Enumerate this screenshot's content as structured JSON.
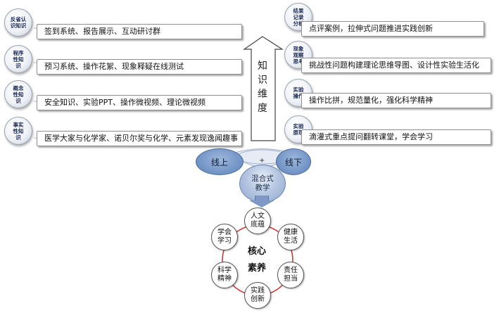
{
  "left_items": [
    {
      "badge": "反省认\n识知识",
      "text": "签到系统、报告展示、互动研讨群"
    },
    {
      "badge": "程序\n性知\n识",
      "text": "预习系统、操作花絮、现象释疑在线测试"
    },
    {
      "badge": "概念\n性知\n识",
      "text": "安全知识、实验PPT、操作微视频、理论微视频"
    },
    {
      "badge": "事实\n性知\n识",
      "text": "医学大家与化学家、诺贝尔奖与化学、元素发现逸闻趣事"
    }
  ],
  "right_items": [
    {
      "badge": "结果\n记录\n分析",
      "text": "点评案例，拉伸式问题推进实践创新"
    },
    {
      "badge": "现象\n观察\n思考",
      "text": "挑战性问题构建理论思维导图、设计性实验生活化"
    },
    {
      "badge": "实验\n操作",
      "text": "操作比拼，规范量化，强化科学精神"
    },
    {
      "badge": "实验\n原理",
      "text": "滴灌式重点提问翻转课堂，学会学习"
    }
  ],
  "arrow_label": "知\n识\n维\n度",
  "online_label": "线上",
  "offline_label": "线下",
  "plus_label": "+",
  "blend_label": "混合式\n教学",
  "core": {
    "title": "核心\n素养",
    "nodes": [
      "人文\n底蕴",
      "健康\n生活",
      "责任\n担当",
      "实践\n创新",
      "科学\n精神",
      "学会\n学习"
    ]
  }
}
